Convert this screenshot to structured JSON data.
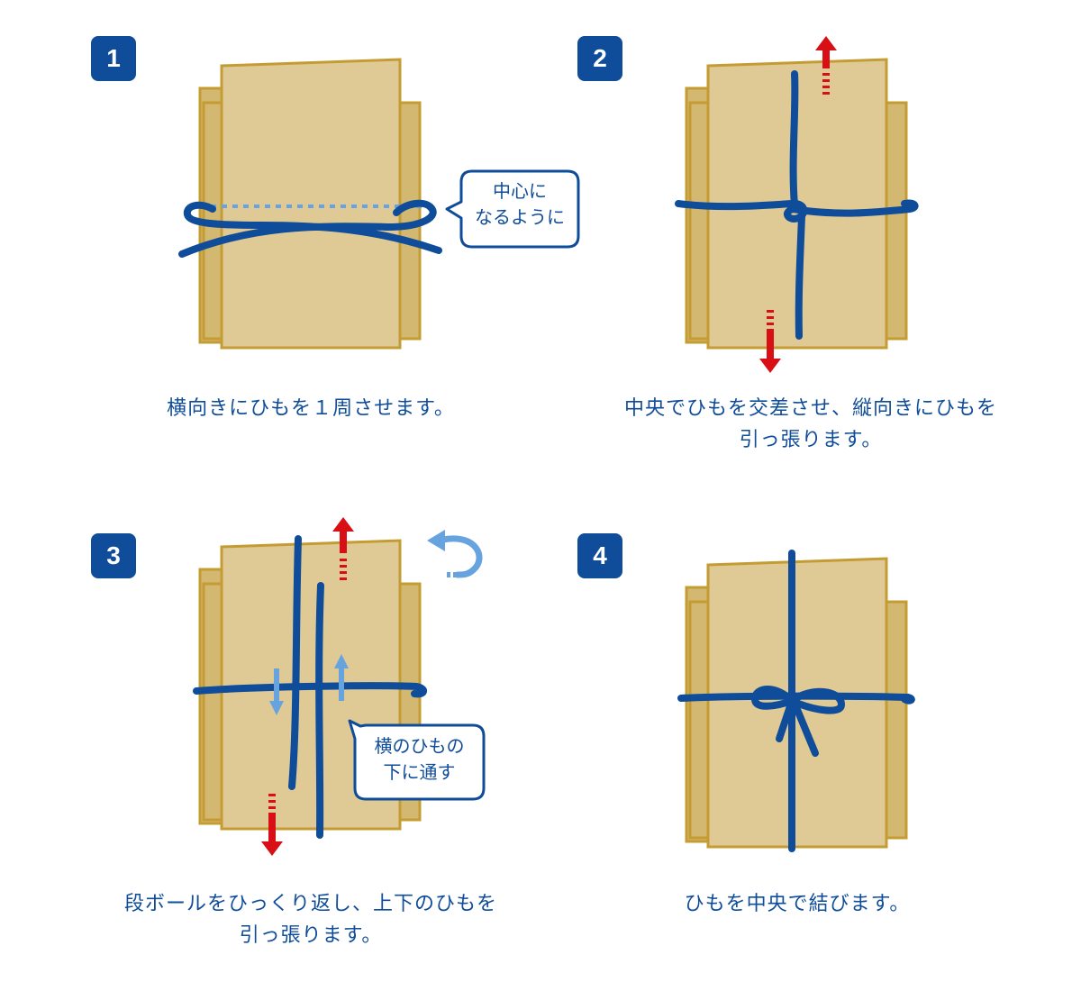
{
  "steps": [
    {
      "number": "1",
      "caption_lines": [
        "横向きにひもを１周させます。"
      ],
      "bubble_lines": [
        "中心に",
        "なるように"
      ]
    },
    {
      "number": "2",
      "caption_lines": [
        "中央でひもを交差させ、縦向きにひもを",
        "引っ張ります。"
      ]
    },
    {
      "number": "3",
      "caption_lines": [
        "段ボールをひっくり返し、上下のひもを",
        "引っ張ります。"
      ],
      "bubble_lines": [
        "横のひもの",
        "下に通す"
      ]
    },
    {
      "number": "4",
      "caption_lines": [
        "ひもを中央で結びます。"
      ]
    }
  ],
  "colors": {
    "board": "#dfc994",
    "board_dark": "#d3b872",
    "board_edge": "#c59c33",
    "string": "#0f4c99",
    "arrow_red": "#d90f16",
    "arrow_light": "#67a3df",
    "badge": "#0f4c99"
  },
  "icons": {
    "pull_arrow": "red-arrow-icon",
    "flip": "flip-arrow-icon",
    "slide": "slide-arrow-icon"
  }
}
